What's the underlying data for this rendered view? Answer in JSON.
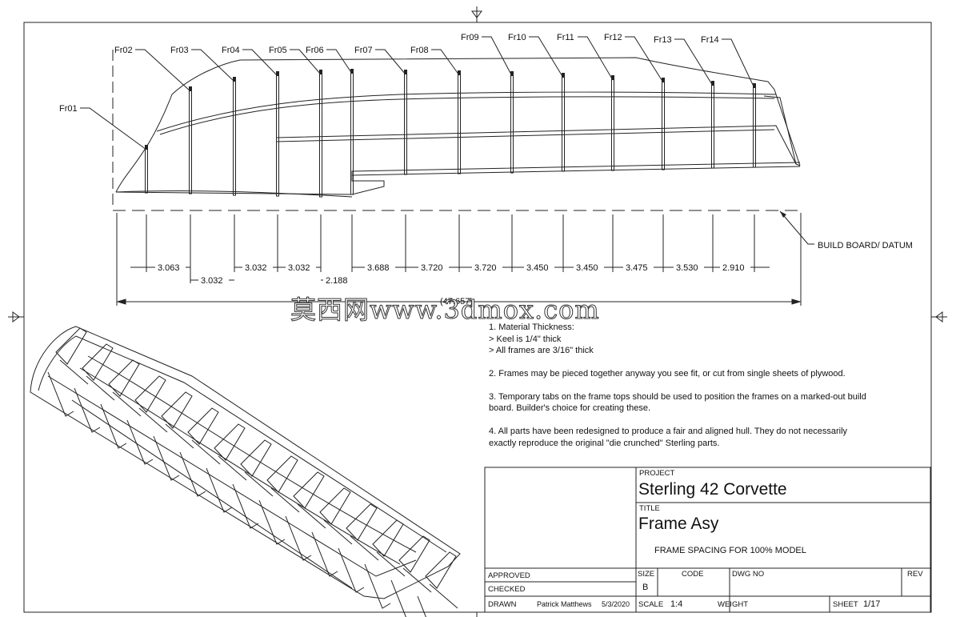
{
  "frame_labels": [
    "Fr01",
    "Fr02",
    "Fr03",
    "Fr04",
    "Fr05",
    "Fr06",
    "Fr07",
    "Fr08",
    "Fr09",
    "Fr10",
    "Fr11",
    "Fr12",
    "Fr13",
    "Fr14"
  ],
  "spacing_dims": [
    "3.063",
    "3.032",
    "3.032",
    "3.032",
    "2.188",
    "3.688",
    "3.720",
    "3.720",
    "3.450",
    "3.450",
    "3.475",
    "3.530",
    "2.910"
  ],
  "overall_dim": "(47.657)",
  "datum_label": "BUILD BOARD/ DATUM",
  "watermark": "莫西网www.3dmox.com",
  "notes": [
    "1. Material Thickness:",
    "> Keel is 1/4\" thick",
    "> All frames are 3/16\" thick",
    "2. Frames may be pieced together anyway you see fit, or cut from single sheets of plywood.",
    "3. Temporary tabs on the frame tops should be used to position the frames on a marked-out build",
    "board. Builder's choice for creating these.",
    "4. All parts have been redesigned to produce a fair and aligned hull. They do not necessarily",
    "exactly reproduce the original \"die crunched\" Sterling parts."
  ],
  "title_block": {
    "project_label": "PROJECT",
    "project": "Sterling 42 Corvette",
    "title_label": "TITLE",
    "title": "Frame Asy",
    "subtitle": "FRAME SPACING FOR 100% MODEL",
    "approved_label": "APPROVED",
    "checked_label": "CHECKED",
    "drawn_label": "DRAWN",
    "drawn_by": "Patrick Matthews",
    "drawn_date": "5/3/2020",
    "size_label": "SIZE",
    "size": "B",
    "code_label": "CODE",
    "dwg_label": "DWG NO",
    "rev_label": "REV",
    "scale_label": "SCALE",
    "scale": "1:4",
    "weight_label": "WEIGHT",
    "sheet_label": "SHEET",
    "sheet": "1/17"
  }
}
